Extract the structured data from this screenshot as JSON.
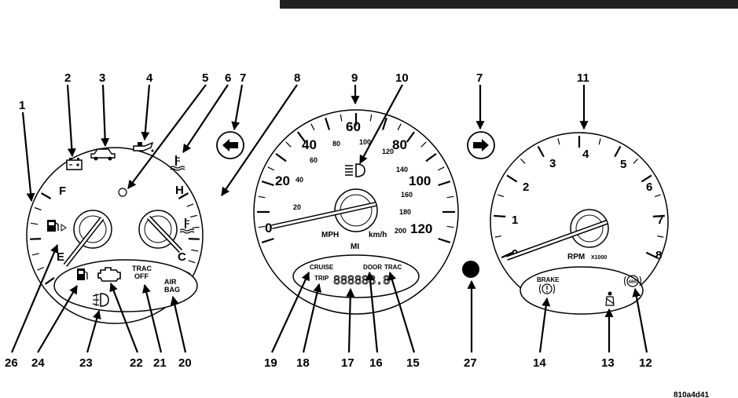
{
  "callouts": [
    "1",
    "2",
    "3",
    "4",
    "5",
    "6",
    "7",
    "8",
    "9",
    "10",
    "7",
    "11",
    "26",
    "24",
    "23",
    "22",
    "21",
    "20",
    "19",
    "18",
    "17",
    "16",
    "15",
    "27",
    "14",
    "13",
    "12"
  ],
  "fuel_temp_gauge": {
    "fuel_full": "F",
    "fuel_empty": "E",
    "temp_hot": "H",
    "temp_cold": "C"
  },
  "lower_left_panel": {
    "trac_off": "TRAC",
    "trac_off_2": "OFF",
    "airbag": "AIR",
    "airbag_2": "BAG"
  },
  "speedometer": {
    "mph_labels": [
      "0",
      "20",
      "40",
      "60",
      "80",
      "100",
      "120"
    ],
    "kmh_labels": [
      "20",
      "40",
      "60",
      "80",
      "100",
      "120",
      "140",
      "160",
      "180",
      "200"
    ],
    "unit_mph": "MPH",
    "unit_kmh": "km/h",
    "unit_mi": "MI",
    "cruise": "CRUISE",
    "trip": "TRIP",
    "door": "DOOR",
    "trac": "TRAC",
    "odometer": "888888.8"
  },
  "tachometer": {
    "labels": [
      "0",
      "1",
      "2",
      "3",
      "4",
      "5",
      "6",
      "7",
      "8"
    ],
    "unit": "RPM",
    "unit_multiplier": "X1000",
    "brake": "BRAKE",
    "abs": "ABS"
  },
  "reference": "810a4d41"
}
